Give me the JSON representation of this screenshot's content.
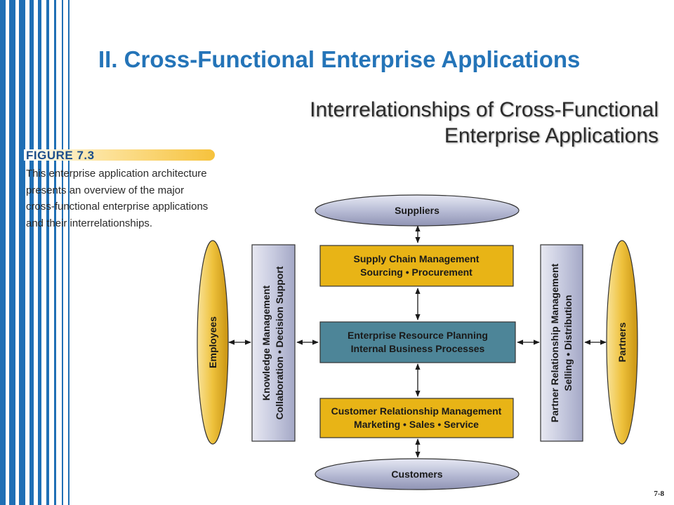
{
  "slide": {
    "title": "II. Cross-Functional Enterprise Applications",
    "subtitle": "Interrelationships of Cross-Functional Enterprise Applications",
    "slide_number": "7-8"
  },
  "figure": {
    "label": "FIGURE 7.3",
    "caption": "This enterprise application architecture presents an overview of the major cross-functional enterprise applications and their interrelationships."
  },
  "diagram": {
    "suppliers": "Suppliers",
    "customers": "Customers",
    "employees": "Employees",
    "partners": "Partners",
    "scm": {
      "line1": "Supply Chain Management",
      "line2": "Sourcing • Procurement"
    },
    "erp": {
      "line1": "Enterprise Resource Planning",
      "line2": "Internal Business Processes"
    },
    "crm": {
      "line1": "Customer Relationship Management",
      "line2": "Marketing • Sales • Service"
    },
    "km": {
      "line1": "Knowledge Management",
      "line2": "Collaboration • Decision Support"
    },
    "prm": {
      "line1": "Partner Relationship Management",
      "line2": "Selling • Distribution"
    }
  },
  "colors": {
    "stripe": "#1f6fb5",
    "title": "#2474b8",
    "yellow_box": "#e8b416",
    "teal_box": "#4d8598",
    "lavender": "#c4c8df"
  }
}
